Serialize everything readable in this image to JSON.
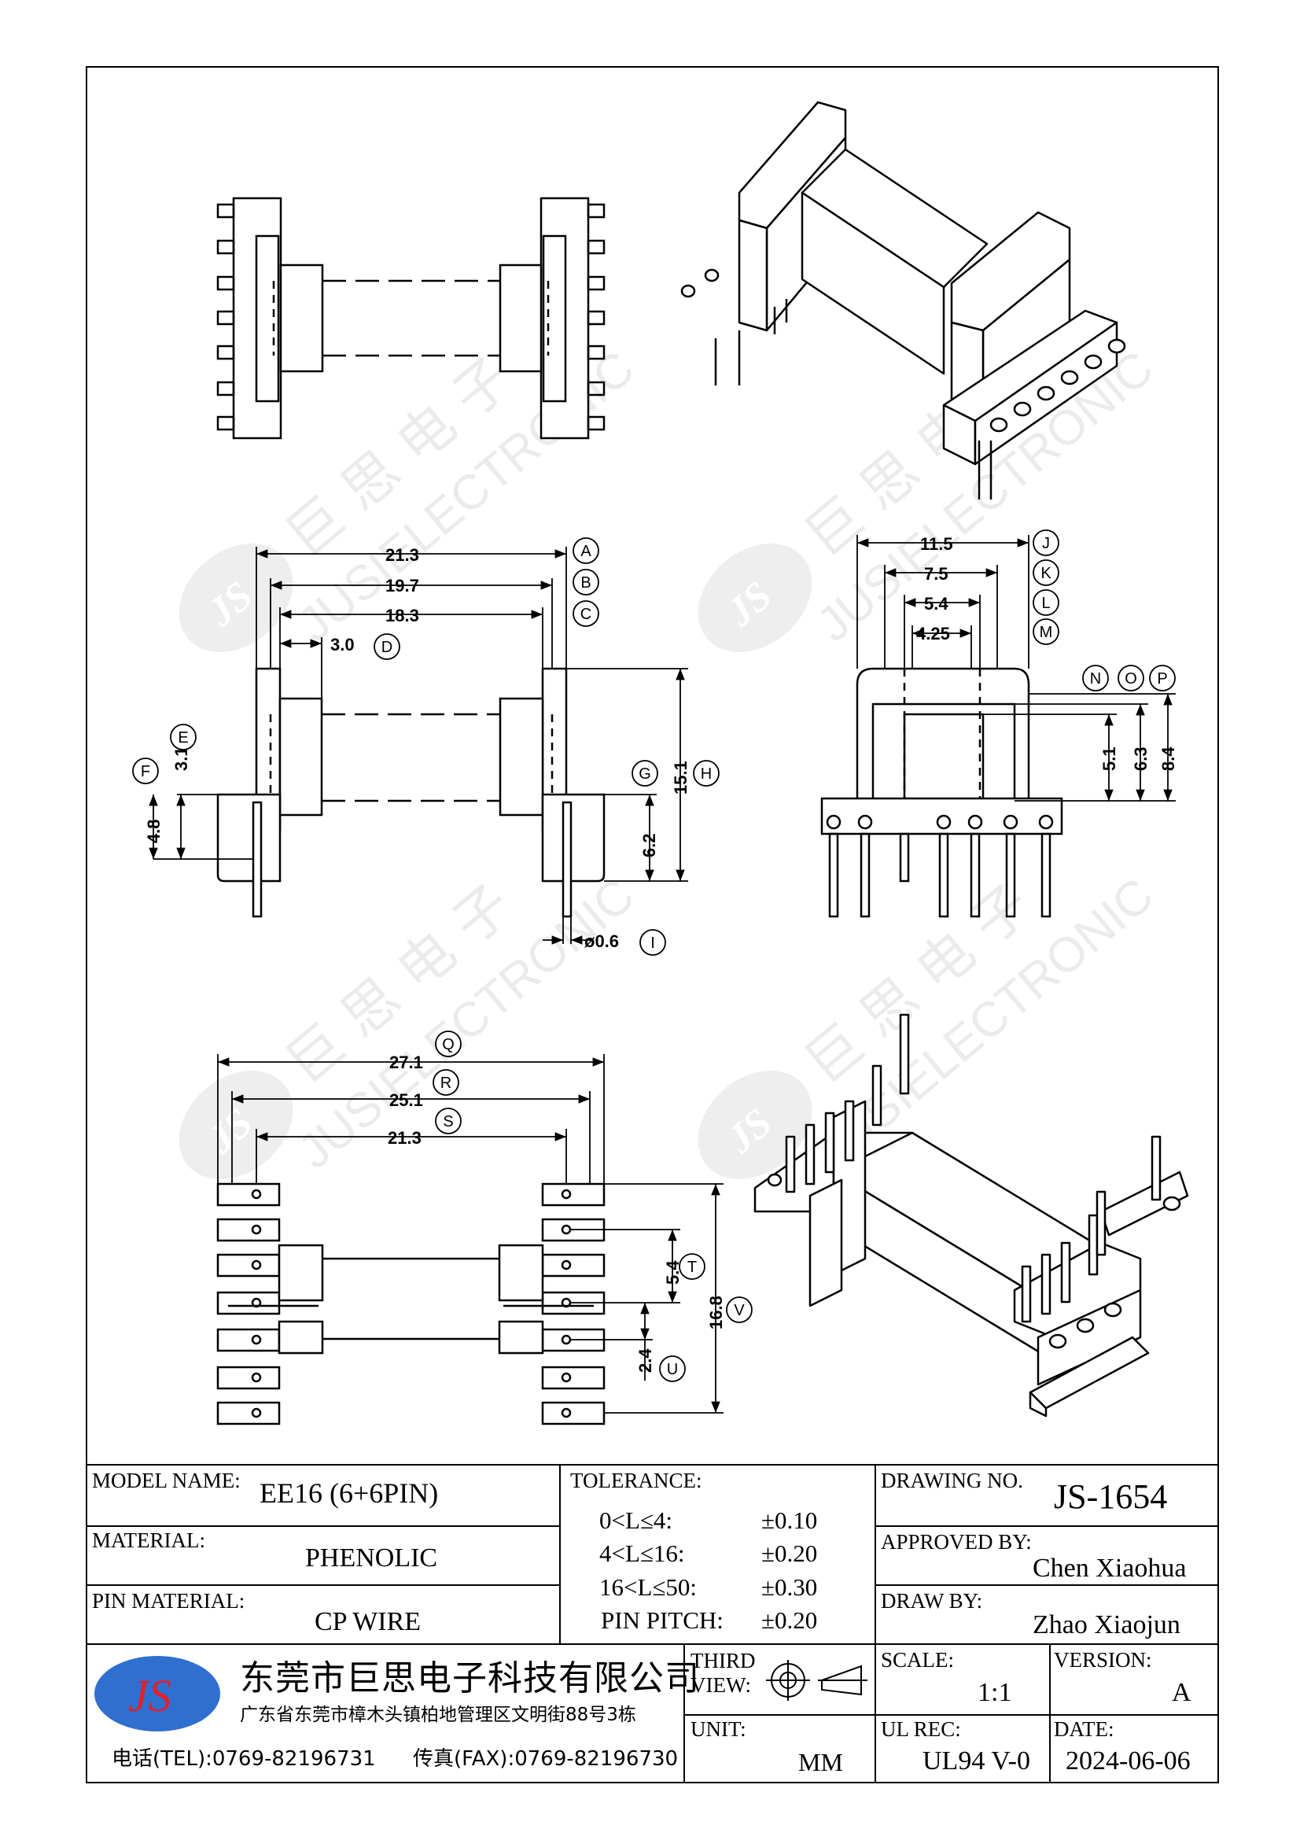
{
  "drawing": {
    "dims_front": {
      "A": "21.3",
      "B": "19.7",
      "C": "18.3",
      "D": "3.0",
      "E": "3.1",
      "F": "4.8",
      "G": "6.2",
      "H": "15.1",
      "I": "ø0.6"
    },
    "dims_side": {
      "J": "11.5",
      "K": "7.5",
      "L": "5.4",
      "M": "4.25",
      "N": "5.1",
      "O": "6.3",
      "P": "8.4"
    },
    "dims_bottom": {
      "Q": "27.1",
      "R": "25.1",
      "S": "21.3",
      "T": "5.4",
      "U": "2.4",
      "V": "16.8"
    },
    "labels": {
      "A": "A",
      "B": "B",
      "C": "C",
      "D": "D",
      "E": "E",
      "F": "F",
      "G": "G",
      "H": "H",
      "I": "I",
      "J": "J",
      "K": "K",
      "L": "L",
      "M": "M",
      "N": "N",
      "O": "O",
      "P": "P",
      "Q": "Q",
      "R": "R",
      "S": "S",
      "T": "T",
      "U": "U",
      "V": "V"
    },
    "watermark": "巨思电子 JUSIELECTRONIC"
  },
  "title_block": {
    "model_label": "MODEL NAME:",
    "model_value": "EE16 (6+6PIN)",
    "material_label": "MATERIAL:",
    "material_value": "PHENOLIC",
    "pin_material_label": "PIN MATERIAL:",
    "pin_material_value": "CP WIRE",
    "tolerance_label": "TOLERANCE:",
    "tolerances": [
      {
        "range": "0<L≤4:",
        "value": "±0.10"
      },
      {
        "range": "4<L≤16:",
        "value": "±0.20"
      },
      {
        "range": "16<L≤50:",
        "value": "±0.30"
      },
      {
        "range": "PIN PITCH:",
        "value": "±0.20"
      }
    ],
    "drawing_no_label": "DRAWING NO.",
    "drawing_no_value": "JS-1654",
    "approved_label": "APPROVED BY:",
    "approved_value": "Chen Xiaohua",
    "draw_label": "DRAW BY:",
    "draw_value": "Zhao Xiaojun",
    "company_logo": "JS",
    "company_name": "东莞市巨思电子科技有限公司",
    "company_address": "广东省东莞市樟木头镇柏地管理区文明街88号3栋",
    "tel": "电话(TEL):0769-82196731",
    "fax": "传真(FAX):0769-82196730",
    "third_view_label": "THIRD VIEW:",
    "unit_label": "UNIT:",
    "unit_value": "MM",
    "scale_label": "SCALE:",
    "scale_value": "1:1",
    "version_label": "VERSION:",
    "version_value": "A",
    "ul_label": "UL REC:",
    "ul_value": "UL94 V-0",
    "date_label": "DATE:",
    "date_value": "2024-06-06"
  },
  "colors": {
    "line": "#000000",
    "logo_blue": "#2f6fd0",
    "logo_red": "#e0212b"
  }
}
